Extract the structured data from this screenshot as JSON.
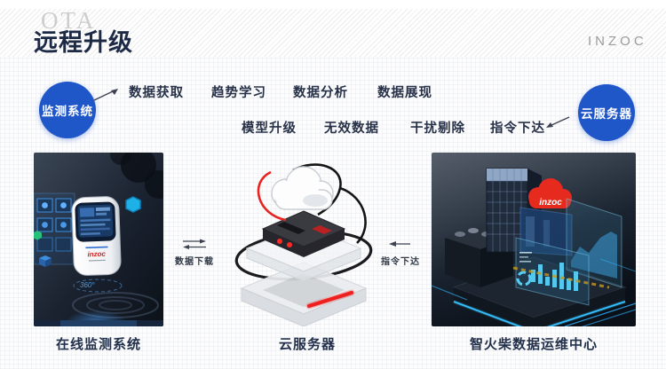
{
  "header": {
    "ghost_text": "OTA",
    "title": "远程升级",
    "brand": "INZOC"
  },
  "flow": {
    "source_node": "监测系统",
    "target_node": "云服务器",
    "steps_row1": [
      "数据获取",
      "趋势学习",
      "数据分析",
      "数据展现"
    ],
    "steps_row2": [
      "模型升级",
      "无效数据",
      "干扰剔除",
      "指令下达"
    ]
  },
  "panels": {
    "left": {
      "caption": "在线监测系统",
      "device_logo": "inzoc",
      "rotate_label": "360°"
    },
    "middle": {
      "caption": "云服务器"
    },
    "right": {
      "caption": "智火柴数据运维中心",
      "cloud_text": "inzoc"
    }
  },
  "connectors": {
    "download": {
      "label": "数据下载"
    },
    "command": {
      "label": "指令下达"
    }
  },
  "colors": {
    "accent_blue": "#1f57c9",
    "title_navy": "#1d2a46",
    "brand_gray": "#9b9b9b",
    "alert_red": "#e62b1e",
    "glow_cyan": "#35c0ff"
  }
}
